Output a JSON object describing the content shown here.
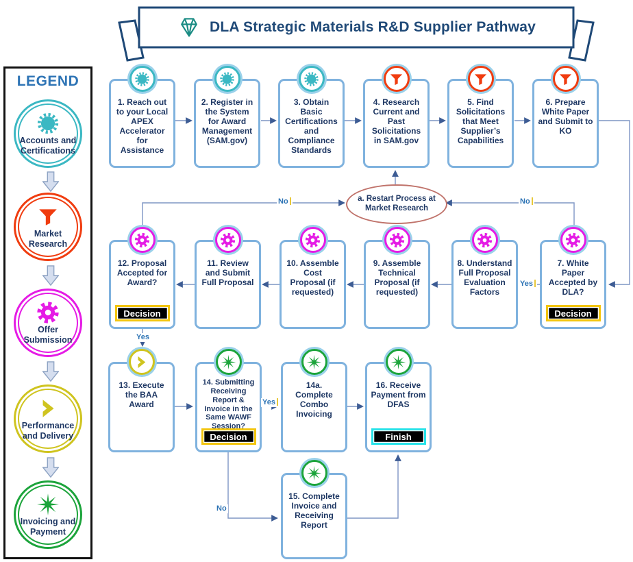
{
  "title": {
    "text": "DLA Strategic Materials R&D Supplier Pathway",
    "icon": "diamond-icon"
  },
  "legend": {
    "heading": "LEGEND",
    "items": [
      {
        "label": "Accounts and Certifications",
        "icon": "burst-icon",
        "color": "#3BB8C3"
      },
      {
        "label": "Market Research",
        "icon": "funnel-icon",
        "color": "#F03C0F"
      },
      {
        "label": "Offer Submission",
        "icon": "gear-icon",
        "color": "#E51BE5"
      },
      {
        "label": "Performance and Delivery",
        "icon": "chevron-icon",
        "color": "#CFC41F"
      },
      {
        "label": "Invoicing and Payment",
        "icon": "star-icon",
        "color": "#1CA43B"
      }
    ]
  },
  "nodes": [
    {
      "label": "1. Reach out to your Local APEX Accelerator for Assistance",
      "icon": "burst-icon"
    },
    {
      "label": "2. Register in the System for Award Management (SAM.gov)",
      "icon": "burst-icon"
    },
    {
      "label": "3. Obtain Basic Certifications and Compliance Standards",
      "icon": "burst-icon"
    },
    {
      "label": "4. Research Current and Past Solicitations in SAM.gov",
      "icon": "funnel-icon"
    },
    {
      "label": "5. Find Solicitations that Meet Supplier’s Capabilities",
      "icon": "funnel-icon"
    },
    {
      "label": "6. Prepare White Paper and Submit to KO",
      "icon": "funnel-icon"
    },
    {
      "label": "7. White Paper Accepted by DLA?",
      "icon": "gear-icon",
      "badge": "Decision"
    },
    {
      "label": "8. Understand Full Proposal Evaluation Factors",
      "icon": "gear-icon"
    },
    {
      "label": "9. Assemble Technical Proposal (if requested)",
      "icon": "gear-icon"
    },
    {
      "label": "10. Assemble Cost Proposal (if requested)",
      "icon": "gear-icon"
    },
    {
      "label": "11. Review and Submit Full Proposal",
      "icon": "gear-icon"
    },
    {
      "label": "12. Proposal Accepted for Award?",
      "icon": "gear-icon",
      "badge": "Decision"
    },
    {
      "label": "13. Execute the BAA Award",
      "icon": "chevron-icon"
    },
    {
      "label": "14. Submitting Receiving Report & Invoice in the Same WAWF Session?",
      "icon": "star-icon",
      "badge": "Decision"
    },
    {
      "label": "14a. Complete Combo Invoicing",
      "icon": "star-icon"
    },
    {
      "label": "15. Complete Invoice and Receiving Report",
      "icon": "star-icon"
    },
    {
      "label": "16. Receive Payment from DFAS",
      "icon": "star-icon",
      "badge": "Finish"
    }
  ],
  "restart_ellipse": {
    "label": "a. Restart Process at Market Research"
  },
  "edge_labels": {
    "no_left": "No",
    "no_right": "No",
    "yes_7": "Yes",
    "yes_12": "Yes",
    "yes_14": "Yes",
    "no_14": "No"
  },
  "colors": {
    "box_border": "#7FB2DE",
    "text": "#1F3864",
    "arrow": "#7E95C4",
    "decision_border": "#F3C50E",
    "finish_border": "#26E2E8",
    "ellipse_border": "#C0736B",
    "legend_heading": "#2E74B5"
  }
}
